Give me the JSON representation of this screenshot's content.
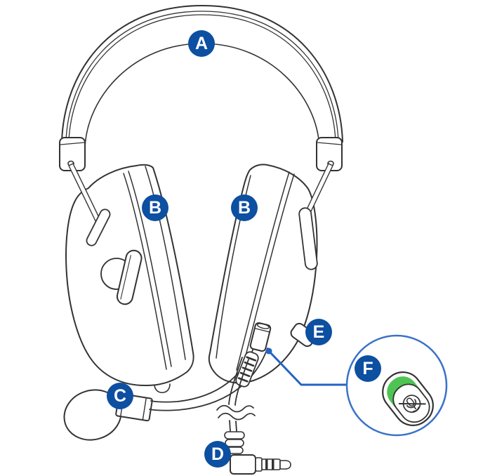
{
  "figure": {
    "kind": "product-parts-diagram",
    "subject": "over-ear-gaming-headset-line-drawing",
    "background": "#ffffff",
    "callouts": [
      {
        "letter": "A"
      },
      {
        "letter": "B"
      },
      {
        "letter": "B"
      },
      {
        "letter": "C"
      },
      {
        "letter": "D"
      },
      {
        "letter": "E"
      },
      {
        "letter": "F"
      }
    ],
    "inset": {
      "icon": "mic-muted-icon",
      "led_color": "#4ec452",
      "ring_color": "#3b71c8"
    },
    "colors": {
      "line_art": "#333333",
      "callout_bg": "#0d4fa1",
      "callout_text": "#ffffff",
      "leader_line": "#2563c3",
      "mute_led_green": "#4ec452"
    }
  }
}
